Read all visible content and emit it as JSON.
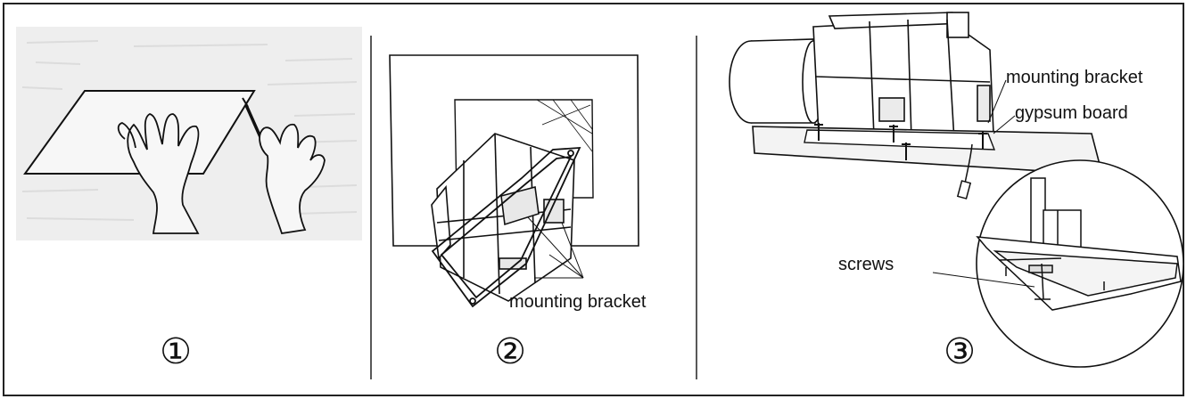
{
  "panels": [
    {
      "step": "①"
    },
    {
      "step": "②",
      "bracket_label": "mounting bracket"
    },
    {
      "step": "③",
      "bracket_label": "mounting bracket",
      "board_label": "gypsum board",
      "screws_label": "screws"
    }
  ]
}
